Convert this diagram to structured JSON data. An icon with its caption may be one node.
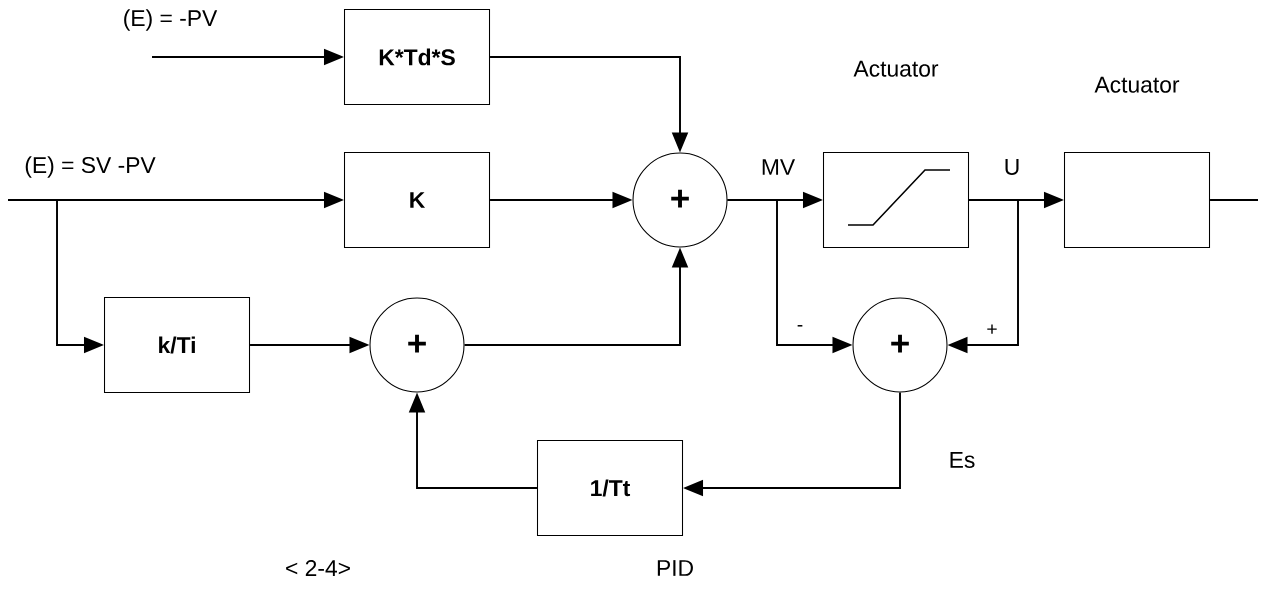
{
  "diagram": {
    "nodes": [
      {
        "text": [
          "K*Td*S"
        ]
      },
      {
        "text": [
          "K"
        ]
      },
      {
        "text": [
          "+"
        ]
      },
      {
        "text": [
          "Actuator"
        ]
      },
      {
        "text": [
          "Actuator"
        ]
      },
      {
        "text": [
          "k/Ti"
        ]
      },
      {
        "text": [
          "+"
        ]
      },
      {
        "text": [
          "+"
        ]
      },
      {
        "text": [
          "1/Tt"
        ]
      }
    ],
    "edges": [
      {
        "from": null,
        "to": 0,
        "arrow": "to",
        "label": "(E) = -PV"
      },
      {
        "from": null,
        "to": 1,
        "arrow": "to",
        "label": "(E) = SV -PV"
      },
      {
        "from": null,
        "to": 5,
        "arrow": "to"
      },
      {
        "from": 0,
        "to": 2,
        "arrow": "to"
      },
      {
        "from": 1,
        "to": 2,
        "arrow": "to"
      },
      {
        "from": 5,
        "to": 6,
        "arrow": "to"
      },
      {
        "from": 6,
        "to": 2,
        "arrow": "to"
      },
      {
        "from": 2,
        "to": 3,
        "arrow": "to",
        "label": "MV"
      },
      {
        "from": 2,
        "to": 7,
        "arrow": "to",
        "label": "-"
      },
      {
        "from": 3,
        "to": 4,
        "arrow": "to",
        "label": "U"
      },
      {
        "from": 3,
        "to": 7,
        "arrow": "to",
        "label": "+"
      },
      {
        "from": 7,
        "to": 8,
        "arrow": "to",
        "label": "Es"
      },
      {
        "from": 8,
        "to": 6,
        "arrow": "to"
      },
      {
        "from": 4,
        "to": null,
        "arrow": "none"
      }
    ],
    "labels": [
      "< 2-4>",
      "PID"
    ]
  }
}
